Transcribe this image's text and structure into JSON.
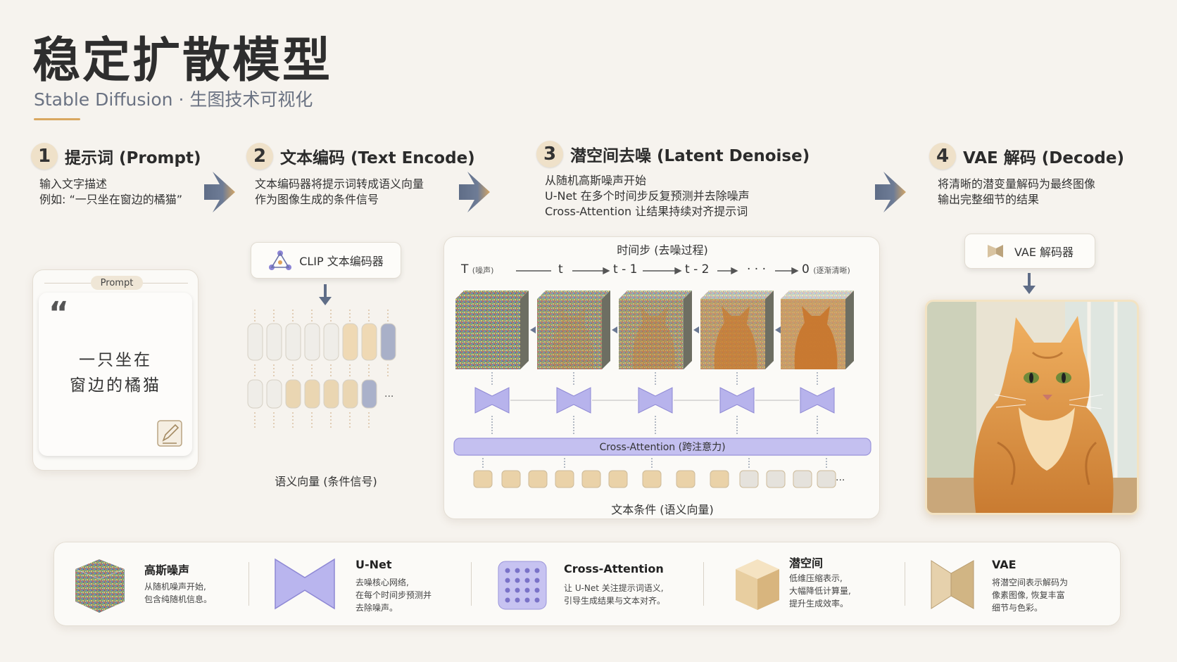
{
  "header": {
    "title": "稳定扩散模型",
    "subtitle": "Stable Diffusion · 生图技术可视化"
  },
  "steps": [
    {
      "num": "1",
      "title": "提示词 (Prompt)",
      "desc": [
        "输入文字描述",
        "例如: “一只坐在窗边的橘猫”"
      ]
    },
    {
      "num": "2",
      "title": "文本编码 (Text Encode)",
      "desc": [
        "文本编码器将提示词转成语义向量",
        "作为图像生成的条件信号"
      ]
    },
    {
      "num": "3",
      "title": "潜空间去噪 (Latent Denoise)",
      "desc": [
        "从随机高斯噪声开始",
        "U-Net 在多个时间步反复预测并去除噪声",
        "Cross-Attention 让结果持续对齐提示词"
      ]
    },
    {
      "num": "4",
      "title": "VAE 解码 (Decode)",
      "desc": [
        "将清晰的潜变量解码为最终图像",
        "输出完整细节的结果"
      ]
    }
  ],
  "prompt_card": {
    "tab": "Prompt",
    "quote_mark": "“",
    "line1": "一只坐在",
    "line2": "窗边的橘猫"
  },
  "encoder": {
    "label": "CLIP 文本编码器",
    "caption": "语义向量 (条件信号)",
    "ellipsis": "···"
  },
  "denoise": {
    "header": "时间步 (去噪过程)",
    "timesteps": [
      {
        "label": "T",
        "note": "(噪声)"
      },
      {
        "label": "t",
        "note": ""
      },
      {
        "label": "t - 1",
        "note": ""
      },
      {
        "label": "t - 2",
        "note": ""
      },
      {
        "label": "· · ·",
        "note": ""
      },
      {
        "label": "0",
        "note": "(逐渐清晰)"
      }
    ],
    "cross_attention": "Cross-Attention (跨注意力)",
    "text_condition": "文本条件 (语义向量)",
    "ellipsis": "···"
  },
  "vae": {
    "label": "VAE 解码器"
  },
  "legend": [
    {
      "title": "高斯噪声",
      "desc": [
        "从随机噪声开始,",
        "包含纯随机信息。"
      ],
      "icon": "noise-cube-icon"
    },
    {
      "title": "U-Net",
      "desc": [
        "去噪核心网络,",
        "在每个时间步预测并",
        "去除噪声。"
      ],
      "icon": "unet-bowtie-icon"
    },
    {
      "title": "Cross-Attention",
      "desc": [
        "让 U-Net 关注提示词语义,",
        "引导生成结果与文本对齐。"
      ],
      "icon": "dot-grid-icon"
    },
    {
      "title": "潜空间",
      "desc": [
        "低维压缩表示,",
        "大幅降低计算量,",
        "提升生成效率。"
      ],
      "icon": "latent-cube-icon"
    },
    {
      "title": "VAE",
      "desc": [
        "将潜空间表示解码为",
        "像素图像, 恢复丰富",
        "细节与色彩。"
      ],
      "icon": "vae-funnel-icon"
    }
  ],
  "colors": {
    "accent_gold": "#d9a760",
    "purple": "#b7b3ec",
    "slate_arrow": "#6a7892",
    "tan": "#e7cfa6"
  }
}
